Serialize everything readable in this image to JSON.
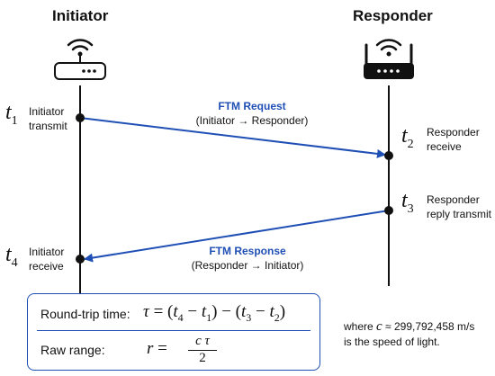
{
  "initiator": {
    "title": "Initiator"
  },
  "responder": {
    "title": "Responder"
  },
  "events": {
    "t1": {
      "symbol": "t",
      "index": "1",
      "line1": "Initiator",
      "line2": "transmit"
    },
    "t2": {
      "symbol": "t",
      "index": "2",
      "line1": "Responder",
      "line2": "receive"
    },
    "t3": {
      "symbol": "t",
      "index": "3",
      "line1": "Responder",
      "line2": "reply transmit"
    },
    "t4": {
      "symbol": "t",
      "index": "4",
      "line1": "Initiator",
      "line2": "receive"
    }
  },
  "messages": {
    "request": {
      "name": "FTM Request",
      "sub": "(Initiator → Responder)"
    },
    "response": {
      "name": "FTM Response",
      "sub": "(Responder → Initiator)"
    }
  },
  "formulas": {
    "rtt_label": "Round-trip time:",
    "range_label": "Raw range:"
  },
  "note": {
    "prefix": "where",
    "symbol": "c",
    "approx": "≈ 299,792,458 m/s",
    "line2": "is the speed of light."
  },
  "colors": {
    "accent": "#1f4fb5",
    "line": "#111111"
  },
  "icons": {
    "initiator": "wifi-router-icon",
    "responder": "wifi-access-point-icon"
  }
}
